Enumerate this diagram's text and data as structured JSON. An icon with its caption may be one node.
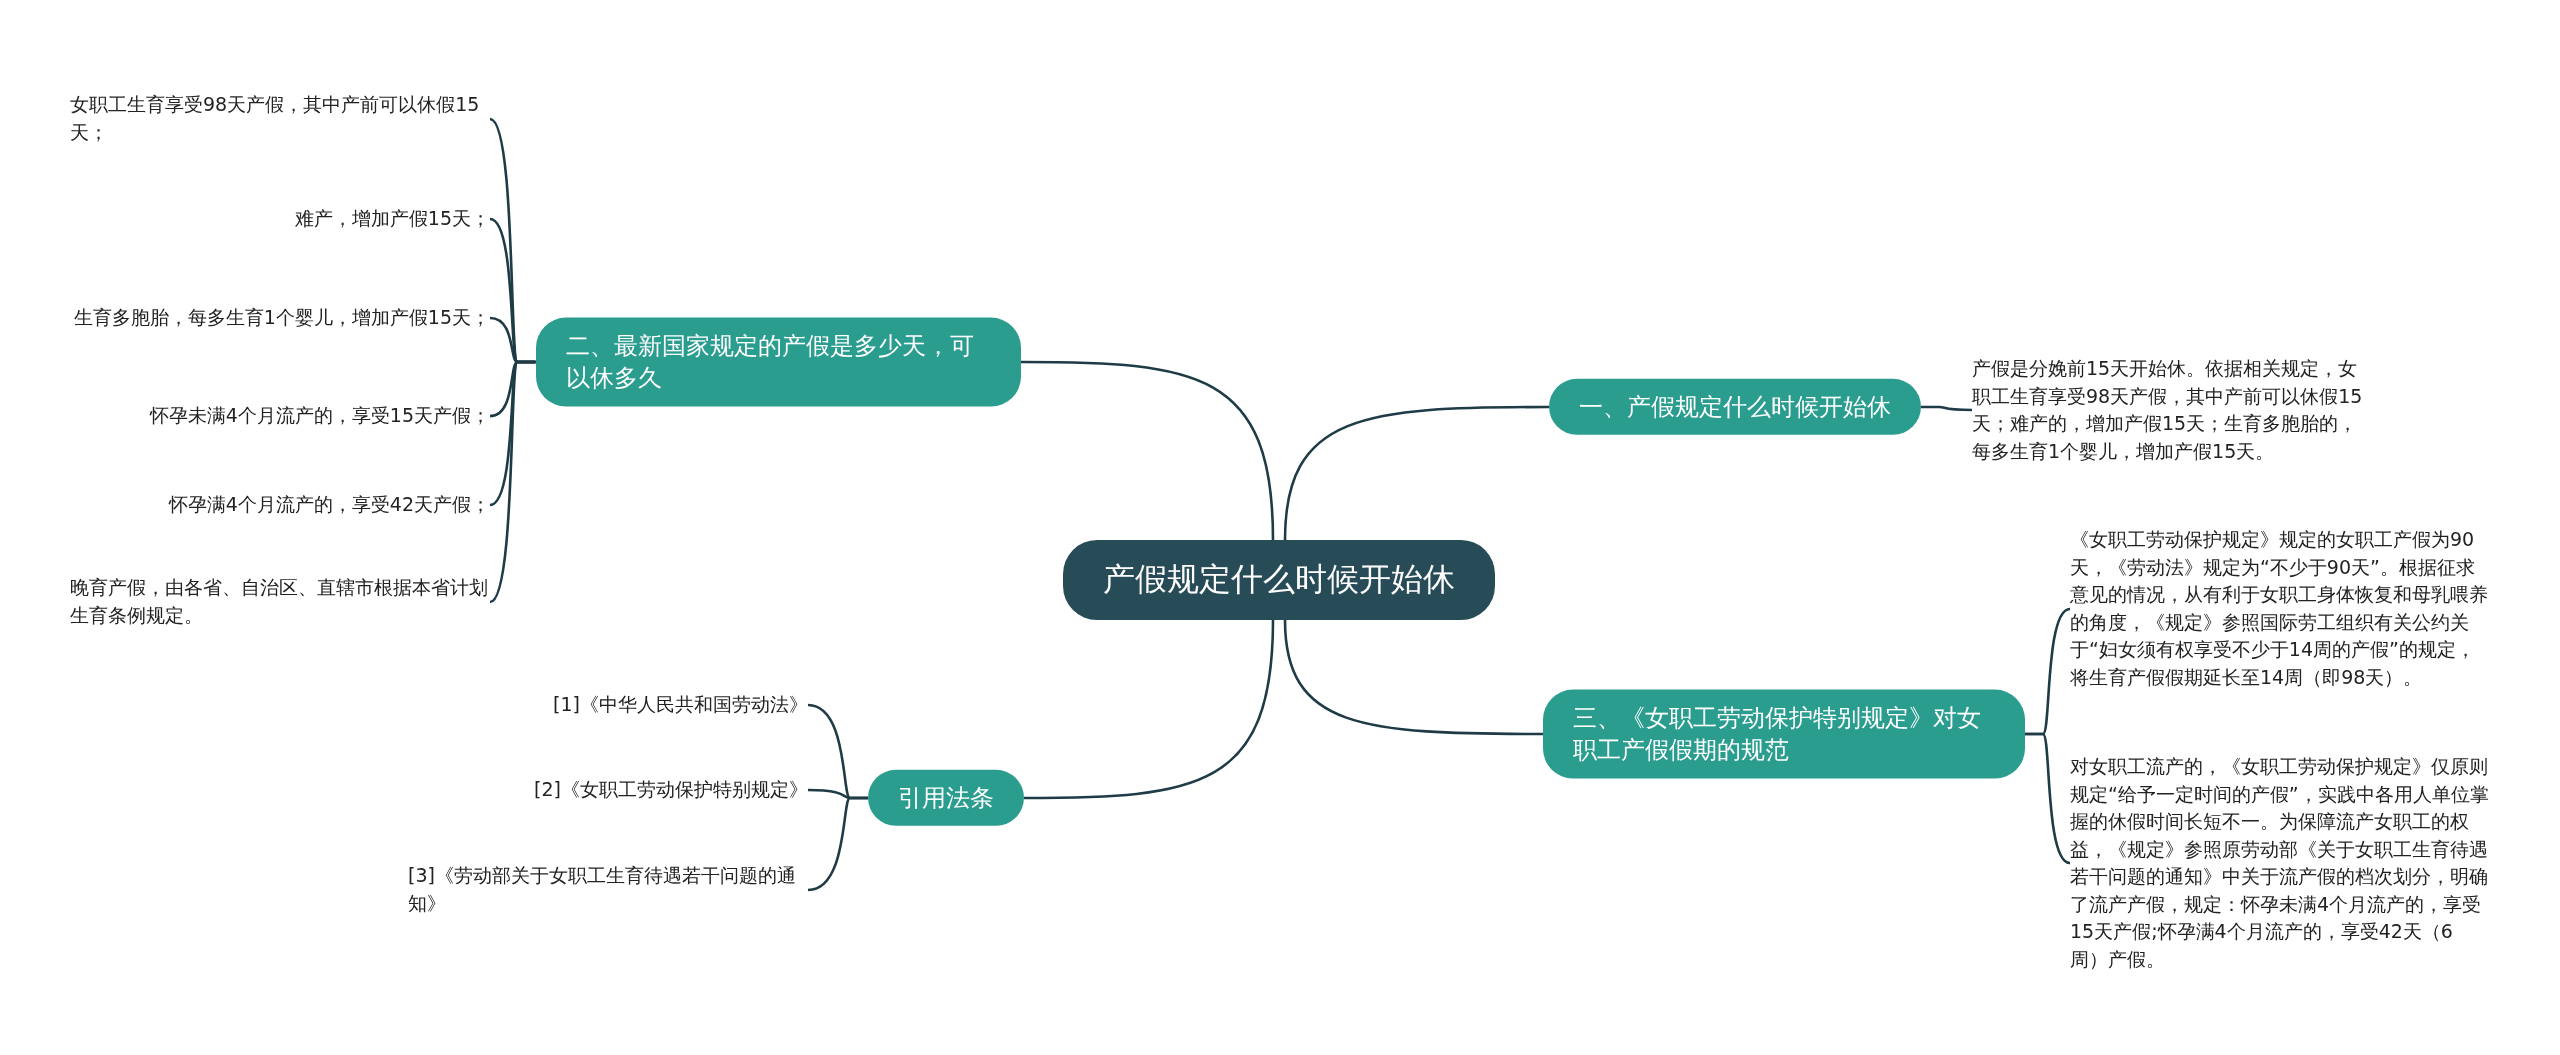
{
  "diagram": {
    "nodes": [
      {
        "text": [
          "产假规定什么时候开始休"
        ]
      },
      {
        "text": [
          "二、最新国家规定的产假是多少天，可以休多久"
        ]
      },
      {
        "text": [
          "女职工生育享受98天产假，其中产前可以休假15天；"
        ]
      },
      {
        "text": [
          "难产，增加产假15天；"
        ]
      },
      {
        "text": [
          "生育多胞胎，每多生育1个婴儿，增加产假15天；"
        ]
      },
      {
        "text": [
          "怀孕未满4个月流产的，享受15天产假；"
        ]
      },
      {
        "text": [
          "怀孕满4个月流产的，享受42天产假；"
        ]
      },
      {
        "text": [
          "晚育产假，由各省、自治区、直辖市根据本省计划生育条例规定。"
        ]
      },
      {
        "text": [
          "引用法条"
        ]
      },
      {
        "text": [
          "[1]《中华人民共和国劳动法》"
        ]
      },
      {
        "text": [
          "[2]《女职工劳动保护特别规定》"
        ]
      },
      {
        "text": [
          "[3]《劳动部关于女职工生育待遇若干问题的通知》"
        ]
      },
      {
        "text": [
          "一、产假规定什么时候开始休"
        ]
      },
      {
        "text": [
          "产假是分娩前15天开始休。依据相关规定，女职工生育享受98天产假，其中产前可以休假15天；难产的，增加产假15天；生育多胞胎的，每多生育1个婴儿，增加产假15天。"
        ]
      },
      {
        "text": [
          "三、《女职工劳动保护特别规定》对女职工产假假期的规范"
        ]
      },
      {
        "text": [
          "《女职工劳动保护规定》规定的女职工产假为90天，《劳动法》规定为“不少于90天”。根据征求意见的情况，从有利于女职工身体恢复和母乳喂养的角度，《规定》参照国际劳工组织有关公约关于“妇女须有权享受不少于14周的产假”的规定，将生育产假假期延长至14周（即98天）。"
        ]
      },
      {
        "text": [
          "对女职工流产的，《女职工劳动保护规定》仅原则规定“给予一定时间的产假”，实践中各用人单位掌握的休假时间长短不一。为保障流产女职工的权益，《规定》参照原劳动部《关于女职工生育待遇若干问题的通知》中关于流产假的档次划分，明确了流产产假，规定：怀孕未满4个月流产的，享受15天产假;怀孕满4个月流产的，享受42天（6周）产假。"
        ]
      }
    ],
    "edges": [
      {
        "from": 0,
        "to": 1,
        "arrow": "none"
      },
      {
        "from": 1,
        "to": 2,
        "arrow": "none"
      },
      {
        "from": 1,
        "to": 3,
        "arrow": "none"
      },
      {
        "from": 1,
        "to": 4,
        "arrow": "none"
      },
      {
        "from": 1,
        "to": 5,
        "arrow": "none"
      },
      {
        "from": 1,
        "to": 6,
        "arrow": "none"
      },
      {
        "from": 1,
        "to": 7,
        "arrow": "none"
      },
      {
        "from": 0,
        "to": 8,
        "arrow": "none"
      },
      {
        "from": 8,
        "to": 9,
        "arrow": "none"
      },
      {
        "from": 8,
        "to": 10,
        "arrow": "none"
      },
      {
        "from": 8,
        "to": 11,
        "arrow": "none"
      },
      {
        "from": 0,
        "to": 12,
        "arrow": "none"
      },
      {
        "from": 12,
        "to": 13,
        "arrow": "none"
      },
      {
        "from": 0,
        "to": 14,
        "arrow": "none"
      },
      {
        "from": 14,
        "to": 15,
        "arrow": "none"
      },
      {
        "from": 14,
        "to": 16,
        "arrow": "none"
      }
    ]
  }
}
